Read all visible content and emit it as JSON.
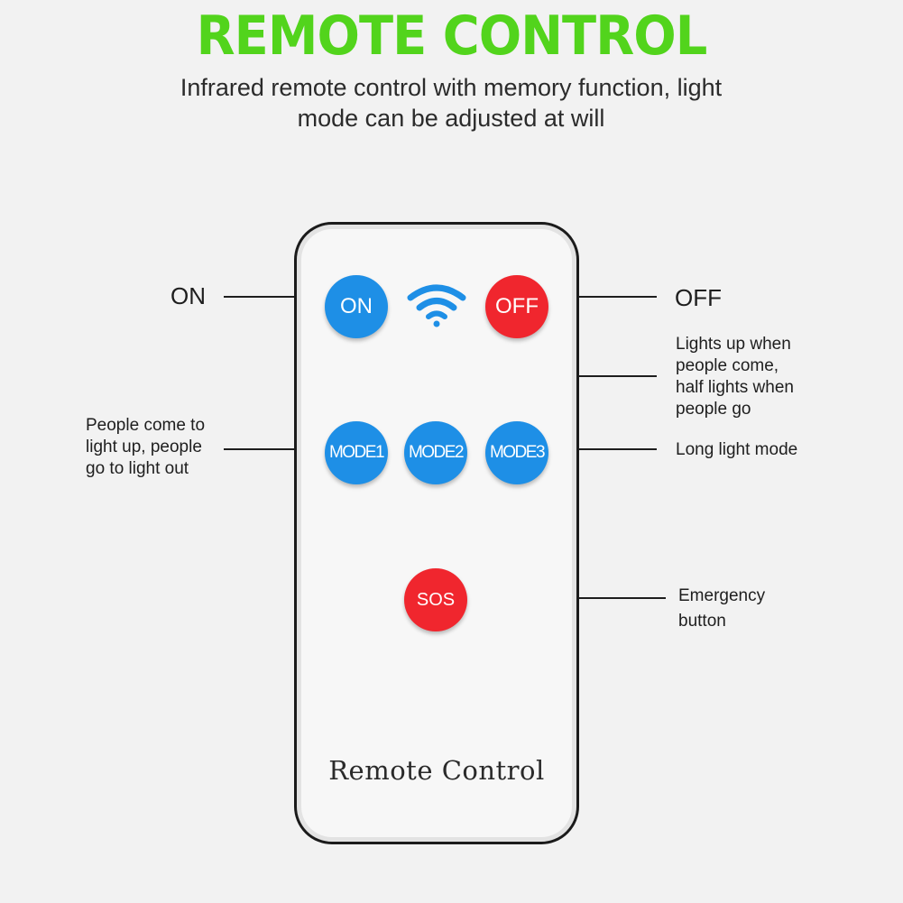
{
  "header": {
    "title": "REMOTE CONTROL",
    "subtitle_lines": [
      "Infrared remote control with memory function, light",
      "mode can be adjusted at will"
    ]
  },
  "remote": {
    "brand_text": "Remote Control",
    "buttons": [
      {
        "key": "on",
        "label": "ON",
        "color": "#1e8fe6"
      },
      {
        "key": "off",
        "label": "OFF",
        "color": "#f0262e"
      },
      {
        "key": "mode1",
        "label": "MODE1",
        "color": "#1e8fe6"
      },
      {
        "key": "mode2",
        "label": "MODE2",
        "color": "#1e8fe6"
      },
      {
        "key": "mode3",
        "label": "MODE3",
        "color": "#1e8fe6"
      },
      {
        "key": "sos",
        "label": "SOS",
        "color": "#f0262e"
      }
    ],
    "signal_icon": "wifi-icon",
    "signal_color": "#1e8fe6"
  },
  "annotations": {
    "on": {
      "lines": [
        "ON"
      ]
    },
    "off": {
      "lines": [
        "OFF"
      ]
    },
    "mode1": {
      "lines": [
        "People come to",
        "light up, people",
        "go to light out"
      ]
    },
    "mode2": {
      "lines": [
        "Lights up when",
        "people come,",
        "half lights when",
        "people go"
      ]
    },
    "mode3": {
      "lines": [
        "Long light mode"
      ]
    },
    "sos": {
      "lines": [
        "Emergency",
        "button"
      ]
    }
  },
  "colors": {
    "title_green": "#52d41c",
    "button_blue": "#1e8fe6",
    "button_red": "#f0262e",
    "background": "#f2f2f2"
  }
}
